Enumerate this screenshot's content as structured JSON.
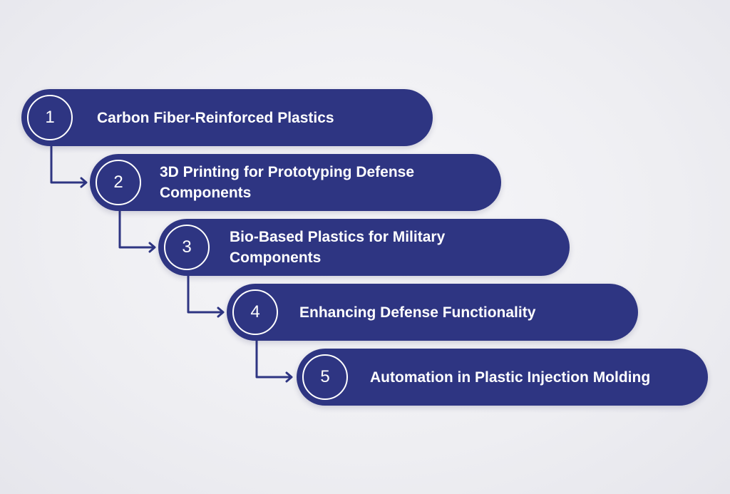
{
  "colors": {
    "pill": "#2e3582",
    "text": "#ffffff",
    "background": "#eeeef2"
  },
  "steps": [
    {
      "number": "1",
      "label": "Carbon Fiber-Reinforced Plastics"
    },
    {
      "number": "2",
      "label": "3D Printing for Prototyping Defense Components"
    },
    {
      "number": "3",
      "label": "Bio-Based Plastics for Military Components"
    },
    {
      "number": "4",
      "label": "Enhancing Defense Functionality"
    },
    {
      "number": "5",
      "label": "Automation in Plastic Injection Molding"
    }
  ]
}
